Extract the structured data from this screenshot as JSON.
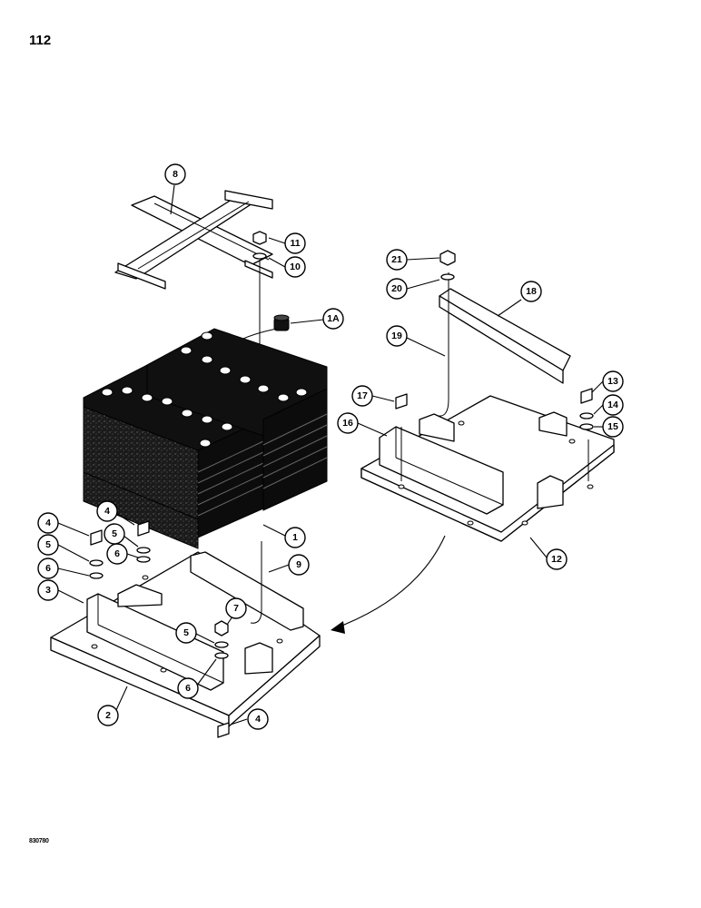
{
  "page": {
    "page_number": "112",
    "drawing_code": "830780"
  },
  "callouts": [
    {
      "label": "8"
    },
    {
      "label": "11"
    },
    {
      "label": "10"
    },
    {
      "label": "1A"
    },
    {
      "label": "21"
    },
    {
      "label": "20"
    },
    {
      "label": "18"
    },
    {
      "label": "19"
    },
    {
      "label": "17"
    },
    {
      "label": "16"
    },
    {
      "label": "13"
    },
    {
      "label": "14"
    },
    {
      "label": "15"
    },
    {
      "label": "1"
    },
    {
      "label": "12"
    },
    {
      "label": "4"
    },
    {
      "label": "5"
    },
    {
      "label": "6"
    },
    {
      "label": "3"
    },
    {
      "label": "4"
    },
    {
      "label": "5"
    },
    {
      "label": "6"
    },
    {
      "label": "9"
    },
    {
      "label": "7"
    },
    {
      "label": "5"
    },
    {
      "label": "6"
    },
    {
      "label": "2"
    },
    {
      "label": "4"
    }
  ]
}
